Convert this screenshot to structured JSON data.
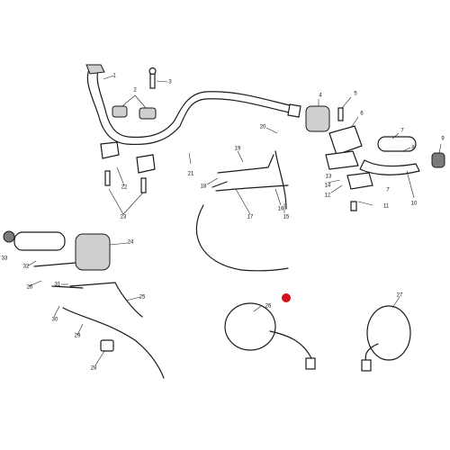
{
  "callouts": [
    {
      "id": "c1",
      "text": "1"
    },
    {
      "id": "c2",
      "text": "2"
    },
    {
      "id": "c3",
      "text": "3"
    },
    {
      "id": "c4",
      "text": "4"
    },
    {
      "id": "c5",
      "text": "5"
    },
    {
      "id": "c6",
      "text": "6"
    },
    {
      "id": "c7a",
      "text": "7"
    },
    {
      "id": "c7b",
      "text": "7"
    },
    {
      "id": "c8",
      "text": "8"
    },
    {
      "id": "c9",
      "text": "9"
    },
    {
      "id": "c10",
      "text": "10"
    },
    {
      "id": "c11",
      "text": "11"
    },
    {
      "id": "c12",
      "text": "12"
    },
    {
      "id": "c13",
      "text": "13"
    },
    {
      "id": "c14",
      "text": "14"
    },
    {
      "id": "c15",
      "text": "15"
    },
    {
      "id": "c16",
      "text": "16"
    },
    {
      "id": "c17",
      "text": "17"
    },
    {
      "id": "c18",
      "text": "18"
    },
    {
      "id": "c19",
      "text": "19"
    },
    {
      "id": "c20",
      "text": "20"
    },
    {
      "id": "c21",
      "text": "21"
    },
    {
      "id": "c22",
      "text": "22"
    },
    {
      "id": "c23",
      "text": "23"
    },
    {
      "id": "c24",
      "text": "24"
    },
    {
      "id": "c25",
      "text": "25"
    },
    {
      "id": "c26a",
      "text": "26"
    },
    {
      "id": "c26b",
      "text": "26"
    },
    {
      "id": "c27",
      "text": "27"
    },
    {
      "id": "c28",
      "text": "28"
    },
    {
      "id": "c29",
      "text": "29"
    },
    {
      "id": "c30",
      "text": "30"
    },
    {
      "id": "c31",
      "text": "31"
    },
    {
      "id": "c32",
      "text": "32"
    },
    {
      "id": "c33",
      "text": "33"
    }
  ],
  "marker_color": "#d0101a"
}
